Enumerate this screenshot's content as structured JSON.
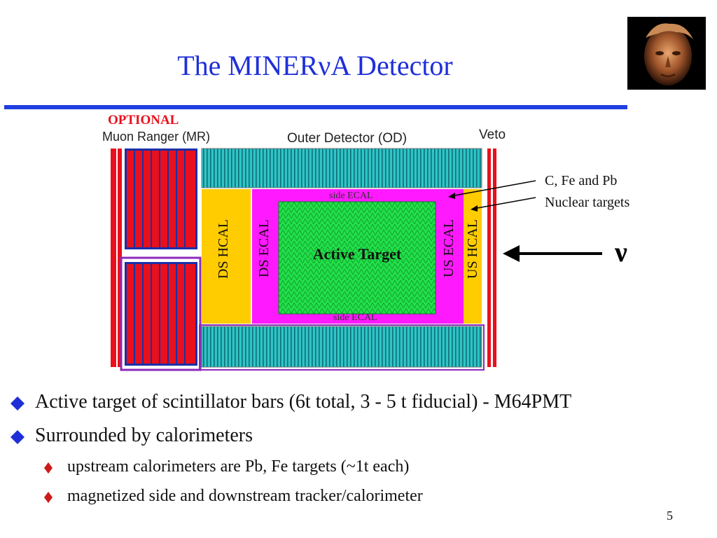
{
  "slide": {
    "title": "The MINERνA Detector",
    "page_number": "5"
  },
  "diagram": {
    "optional_label": "OPTIONAL",
    "muon_ranger_label": "Muon Ranger (MR)",
    "outer_detector_label": "Outer Detector (OD)",
    "veto_label": "Veto",
    "side_ecal_top": "side ECAL",
    "side_ecal_bottom": "side ECAL",
    "ds_hcal": "DS HCAL",
    "ds_ecal": "DS ECAL",
    "active_target": "Active Target",
    "us_ecal": "US ECAL",
    "us_hcal": "US HCAL",
    "nuclear_targets_line1": "C, Fe and Pb",
    "nuclear_targets_line2": "Nuclear targets",
    "neutrino_symbol": "ν"
  },
  "bullets": [
    "Active target of scintillator bars (6t total, 3 - 5 t fiducial) - M64PMT",
    "Surrounded by calorimeters"
  ],
  "sub_bullets": [
    "upstream calorimeters are Pb, Fe targets (~1t each)",
    "magnetized side and downstream tracker/calorimeter"
  ],
  "colors": {
    "title_blue": "#1f2fd8",
    "rule_blue": "#1f3ee0",
    "red": "#e8101c",
    "cyan": "#2ec4c8",
    "magenta": "#ff19ff",
    "yellow": "#ffcc00",
    "green": "#22e04a",
    "purple": "#8c2bb8"
  }
}
